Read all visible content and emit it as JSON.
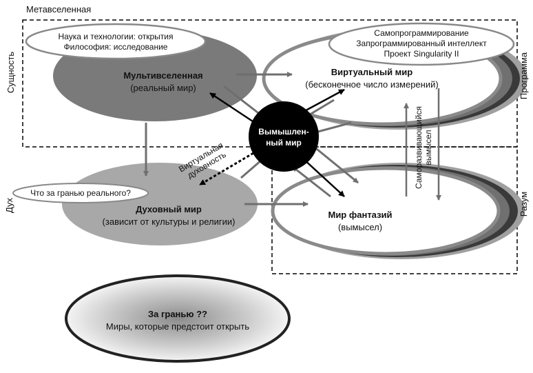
{
  "labels": {
    "metaverse": "Метавселенная",
    "essence": "Сущность",
    "program": "Программа",
    "spirit": "Дух",
    "mind": "Разум"
  },
  "nodes": {
    "multiverse": {
      "title": "Мультивселенная",
      "subtitle": "(реальный мир)"
    },
    "virtual": {
      "title": "Виртуальный мир",
      "subtitle": "(бесконечное число измерений)"
    },
    "spiritual": {
      "title": "Духовный мир",
      "subtitle": "(зависит от культуры и религии)"
    },
    "fantasy": {
      "title": "Мир фантазий",
      "subtitle": "(вымысел)"
    },
    "fictional": {
      "line1": "Вымышлен-",
      "line2": "ный мир"
    },
    "beyond": {
      "title": "За гранью ??",
      "subtitle": "Миры, которые предстоит открыть"
    }
  },
  "callouts": {
    "science": {
      "line1": "Наука и технологии: открытия",
      "line2": "Философия: исследование"
    },
    "selfprog": {
      "line1": "Самопрограммирование",
      "line2": "Запрограммированный интеллект",
      "line3": "Проект Singularity II"
    },
    "beyond_real": "Что за гранью реального?"
  },
  "arrow_labels": {
    "virtual_spirituality": {
      "line1": "Виртуальная",
      "line2": "духовность"
    },
    "self_developing": {
      "line1": "Саморазвивающийся",
      "line2": "вымысел"
    }
  },
  "colors": {
    "dark_gray": "#7a7a7a",
    "medium_gray": "#a8a8a8",
    "light_gray": "#c8c8c8",
    "black": "#000000",
    "white": "#ffffff",
    "arrow_gray": "#777777"
  }
}
